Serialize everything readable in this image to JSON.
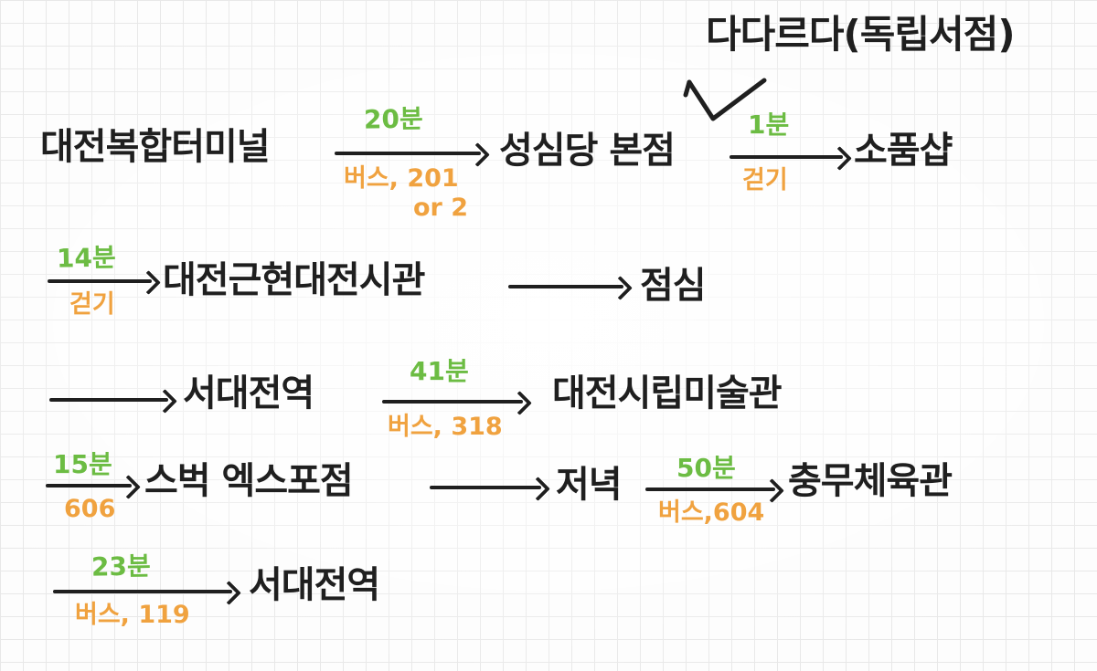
{
  "title": "다다르다(독립서점)",
  "colors": {
    "ink": "#1f1f1f",
    "time_green": "#6cbc43",
    "transport_orange": "#f0a23f"
  },
  "itinerary": {
    "row1": {
      "place_start": "대전복합터미널",
      "leg1_time": "20분",
      "leg1_mode": "버스, 201",
      "leg1_mode_alt": "or 2",
      "place_mid": "성심당 본점",
      "leg2_time": "1분",
      "leg2_mode": "걷기",
      "place_end": "소품샵"
    },
    "row2": {
      "leg_time": "14분",
      "leg_mode": "걷기",
      "place": "대전근현대전시관",
      "place_end": "점심"
    },
    "row3": {
      "place": "서대전역",
      "leg_time": "41분",
      "leg_mode": "버스, 318",
      "place_end": "대전시립미술관"
    },
    "row4": {
      "leg1_time": "15분",
      "leg1_mode": "606",
      "place": "스벅 엑스포점",
      "place_mid": "저녁",
      "leg2_time": "50분",
      "leg2_mode": "버스,604",
      "place_end": "충무체육관"
    },
    "row5": {
      "leg_time": "23분",
      "leg_mode": "버스, 119",
      "place": "서대전역"
    }
  }
}
